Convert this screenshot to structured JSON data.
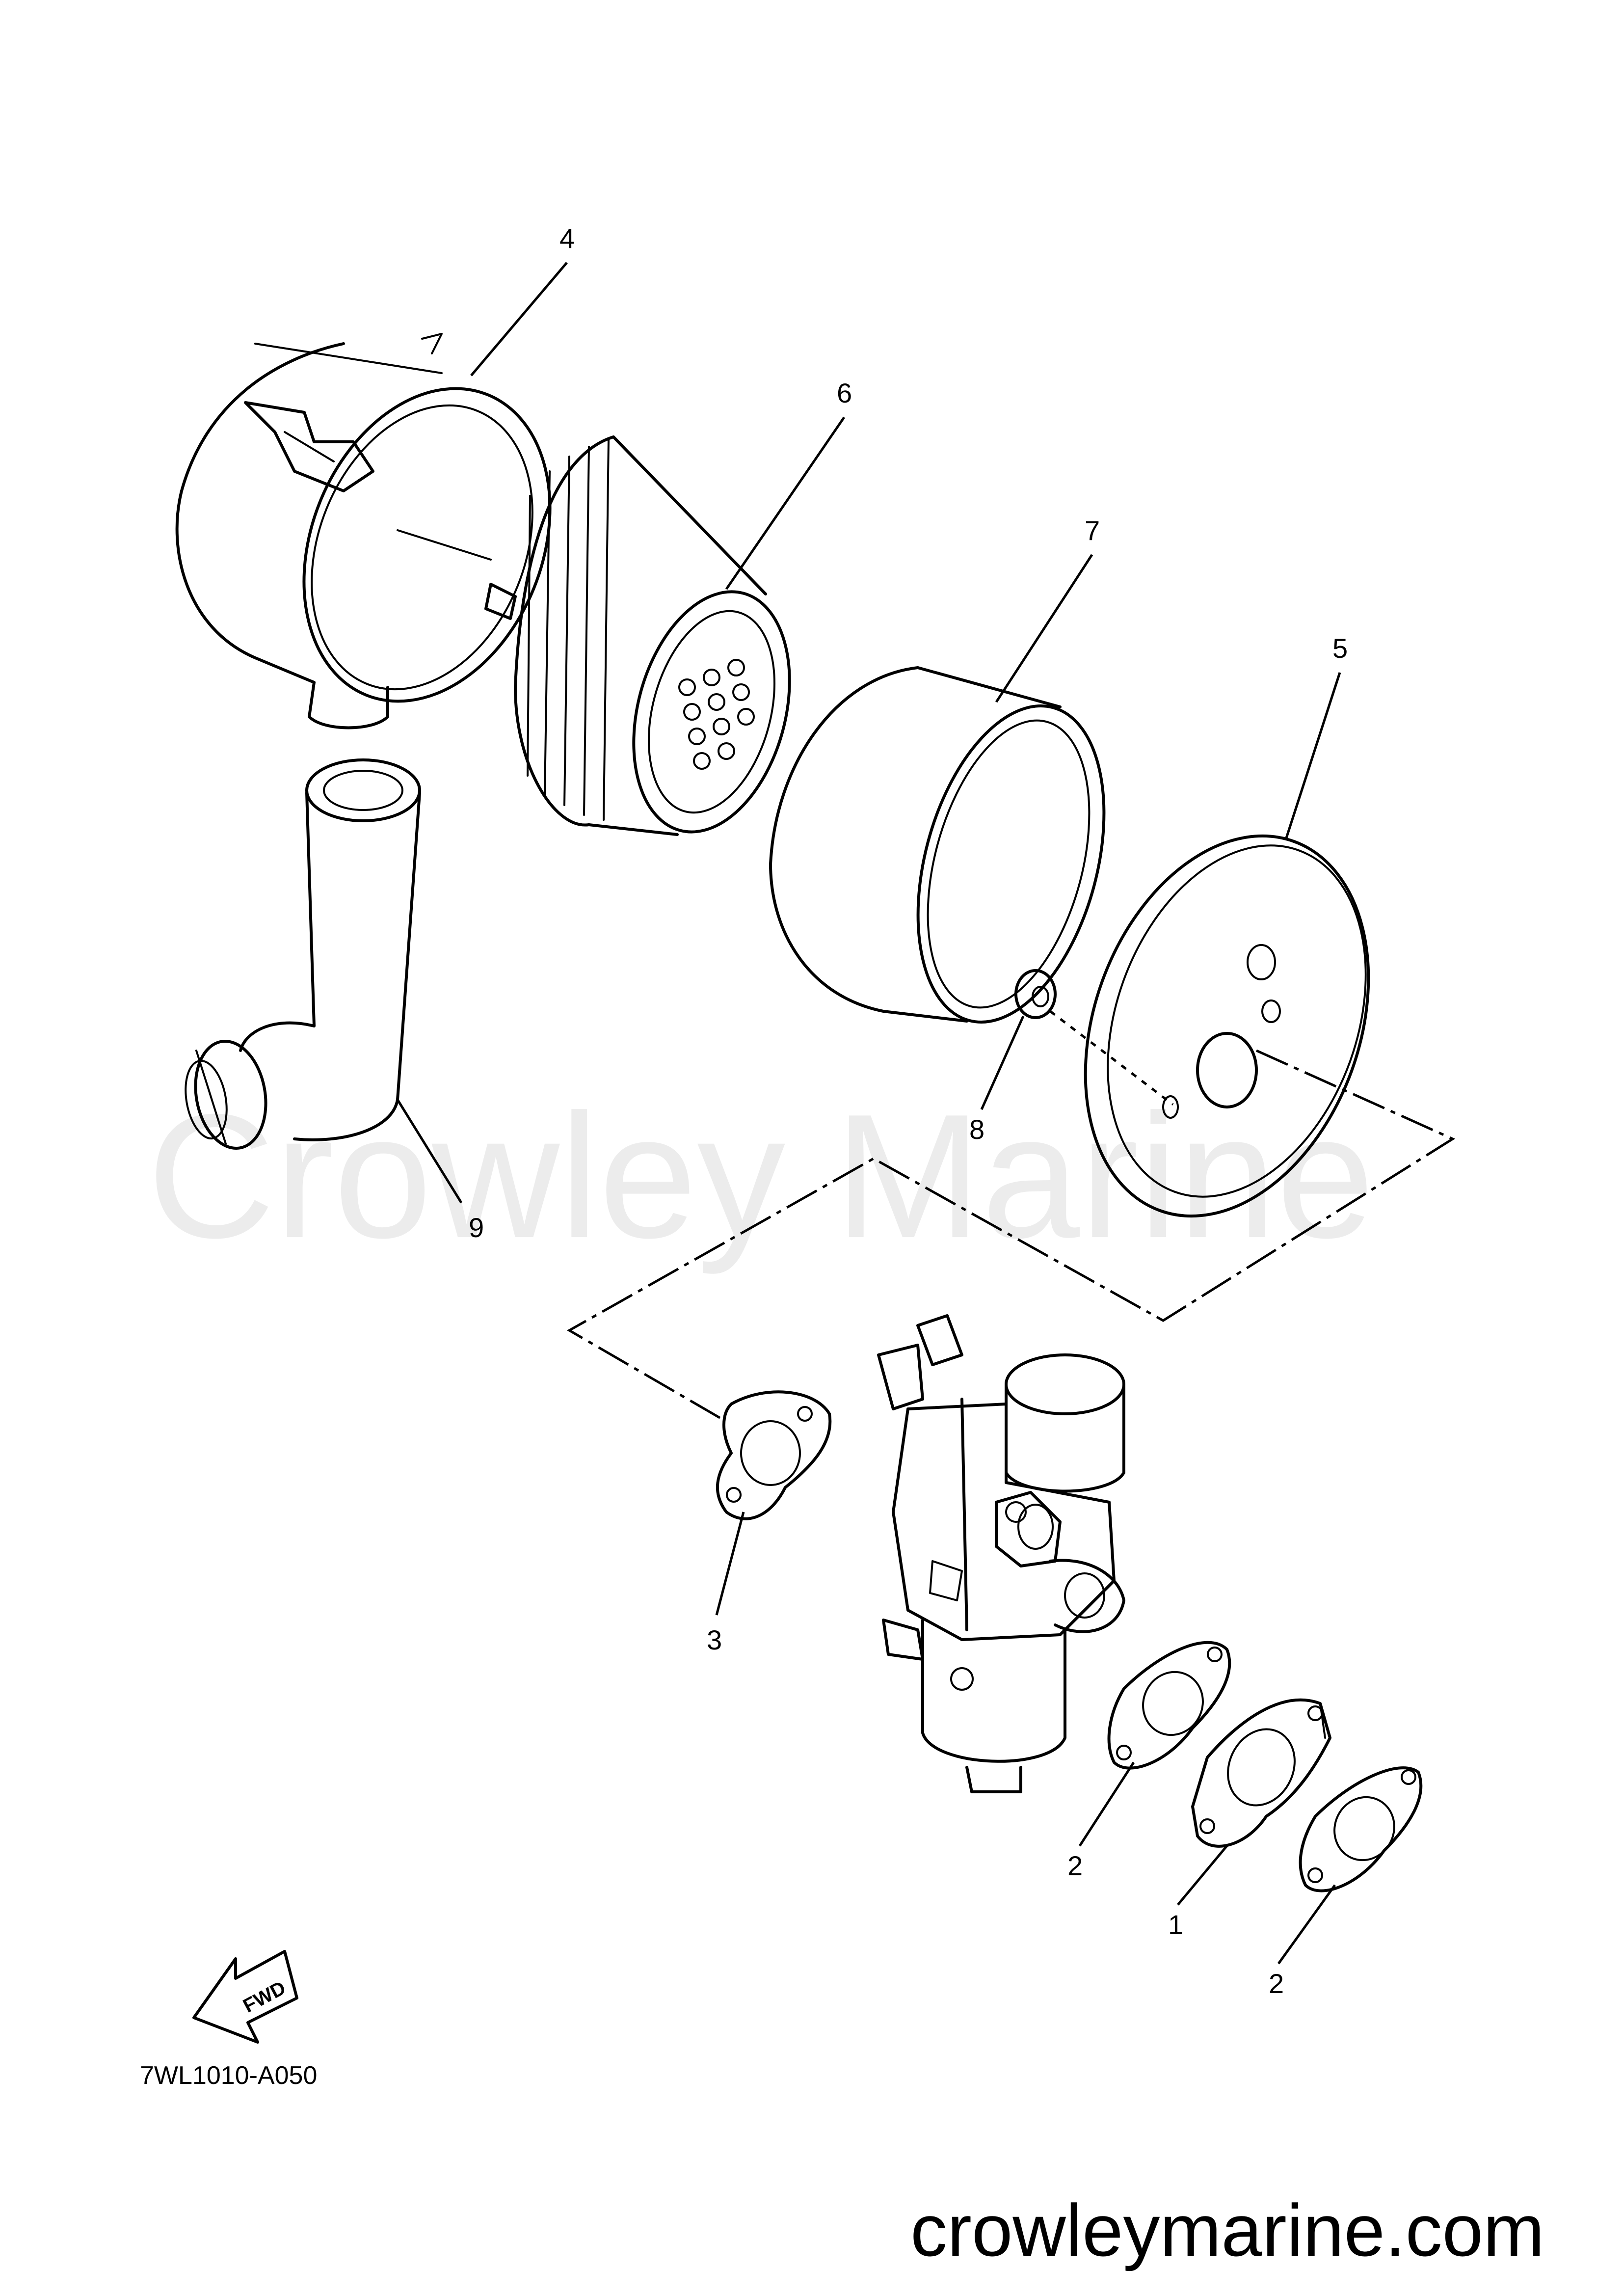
{
  "watermark": "Crowley Marine",
  "website": "crowleymarine.com",
  "diagram_code": "7WL1010-A050",
  "fwd_label": "FWD",
  "callouts": {
    "c1": "1",
    "c2a": "2",
    "c2b": "2",
    "c3": "3",
    "c4": "4",
    "c5": "5",
    "c6": "6",
    "c7": "7",
    "c8": "8",
    "c9": "9"
  }
}
